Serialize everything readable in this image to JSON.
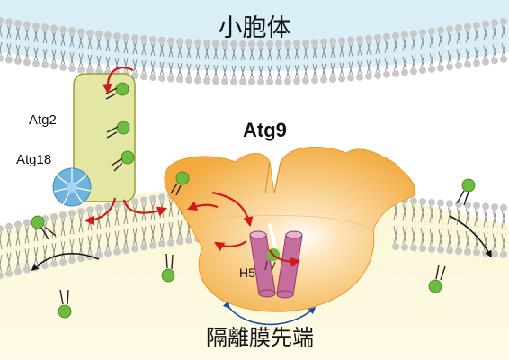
{
  "labels": {
    "er_label": "小胞体",
    "atg2": "Atg2",
    "atg18": "Atg18",
    "atg9": "Atg9",
    "h5": "H5",
    "phagophore_label": "隔離膜先端"
  },
  "colors": {
    "lipid_head": "#c8c8c8",
    "lipid_tail": "#7a7a7a",
    "er_lumen": "#cfe9f3",
    "phagophore_fill": "#fbf6d4",
    "atg2_fill": "#e4e6a4",
    "atg2_stroke": "#9a9c3a",
    "atg18": "#6fb4de",
    "atg9": "#f2aa3c",
    "atg9_light": "#fde3b8",
    "h5_helix": "#c56d9c",
    "lipid_green": "#6cbd3f",
    "arrow_red": "#d21818",
    "arrow_blue": "#1a4fa2"
  }
}
